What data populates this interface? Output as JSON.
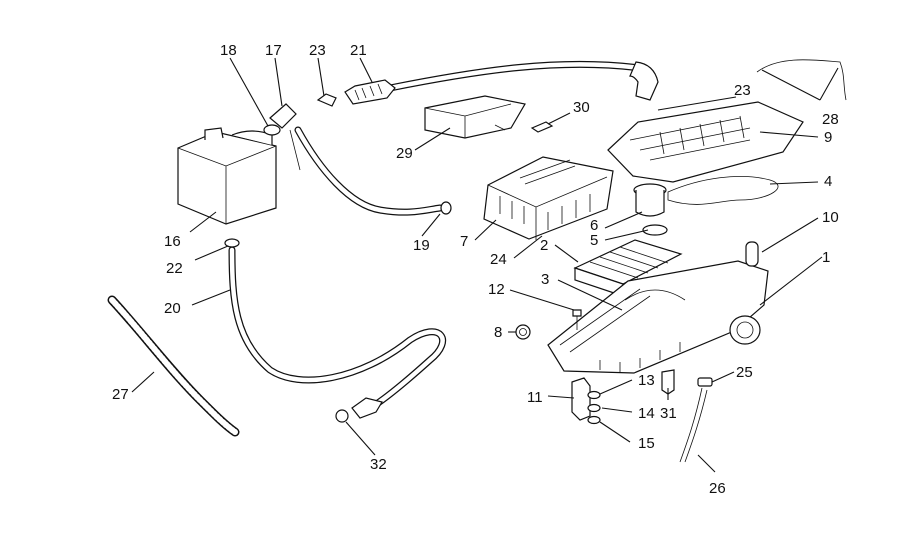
{
  "callouts": [
    {
      "id": "c1",
      "label": "1"
    },
    {
      "id": "c2",
      "label": "2"
    },
    {
      "id": "c3",
      "label": "3"
    },
    {
      "id": "c4",
      "label": "4"
    },
    {
      "id": "c5",
      "label": "5"
    },
    {
      "id": "c6",
      "label": "6"
    },
    {
      "id": "c7",
      "label": "7"
    },
    {
      "id": "c8",
      "label": "8"
    },
    {
      "id": "c9",
      "label": "9"
    },
    {
      "id": "c10",
      "label": "10"
    },
    {
      "id": "c11",
      "label": "11"
    },
    {
      "id": "c12",
      "label": "12"
    },
    {
      "id": "c13",
      "label": "13"
    },
    {
      "id": "c14",
      "label": "14"
    },
    {
      "id": "c15",
      "label": "15"
    },
    {
      "id": "c16",
      "label": "16"
    },
    {
      "id": "c17",
      "label": "17"
    },
    {
      "id": "c18",
      "label": "18"
    },
    {
      "id": "c19",
      "label": "19"
    },
    {
      "id": "c20",
      "label": "20"
    },
    {
      "id": "c21",
      "label": "21"
    },
    {
      "id": "c22",
      "label": "22"
    },
    {
      "id": "c23a",
      "label": "23"
    },
    {
      "id": "c23b",
      "label": "23"
    },
    {
      "id": "c24",
      "label": "24"
    },
    {
      "id": "c25",
      "label": "25"
    },
    {
      "id": "c26",
      "label": "26"
    },
    {
      "id": "c27",
      "label": "27"
    },
    {
      "id": "c28",
      "label": "28"
    },
    {
      "id": "c29",
      "label": "29"
    },
    {
      "id": "c30",
      "label": "30"
    },
    {
      "id": "c31",
      "label": "31"
    },
    {
      "id": "c32",
      "label": "32"
    }
  ]
}
